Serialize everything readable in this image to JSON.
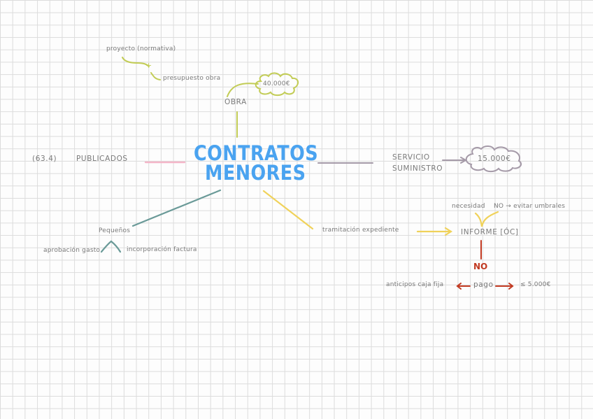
{
  "title": {
    "line1": "CONTRATOS",
    "line2": "MENORES"
  },
  "obra": {
    "label": "OBRA",
    "proyecto": "proyecto (normativa)",
    "plus": "+",
    "presupuesto": "presupuesto obra",
    "limit": "40.000€"
  },
  "publicados": {
    "ref": "(63.4)",
    "label": "PUBLICADOS"
  },
  "servicio": {
    "line1": "SERVICIO",
    "line2": "SUMINISTRO",
    "limit": "15.000€"
  },
  "pequenos": {
    "label": "Pequeños",
    "left": "aprobación gasto",
    "right": "incorporación factura"
  },
  "tramitacion": {
    "label": "tramitación expediente",
    "informe": "INFORME [ÓC]",
    "necesidad": "necesidad",
    "umbrales": "NO → evitar umbrales",
    "no": "NO",
    "anticipos": "anticipos caja fija",
    "pago": "pago",
    "limit": "≤ 5.000€"
  },
  "colors": {
    "title": "#4aa3f0",
    "obra_branch": "#c2cc55",
    "publicados_branch": "#f4b6c8",
    "servicio_branch": "#a59aa8",
    "pequenos_branch": "#6a9a98",
    "tramitacion_branch": "#f0d25a",
    "no_branch": "#c23a22"
  }
}
